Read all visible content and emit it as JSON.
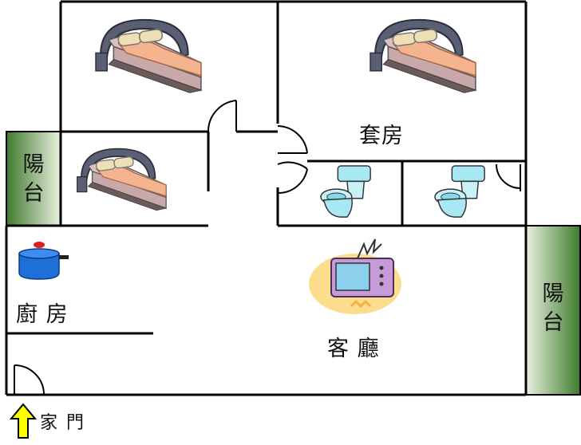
{
  "rooms": {
    "suite_label": "套房",
    "kitchen_label": "廚 房",
    "living_label": "客 廳",
    "balcony_left_label": "陽台",
    "balcony_right_label": "陽台"
  },
  "entrance": {
    "label": "家 門",
    "icon": "arrow-up-icon"
  },
  "colors": {
    "wall": "#000000",
    "balcony_dark": "#3f7a2d",
    "balcony_light": "#e9f1e0",
    "entrance_arrow": "#ffff00"
  },
  "icons": [
    "bed-icon",
    "toilet-icon",
    "pot-icon",
    "television-icon",
    "door-swing-icon"
  ]
}
